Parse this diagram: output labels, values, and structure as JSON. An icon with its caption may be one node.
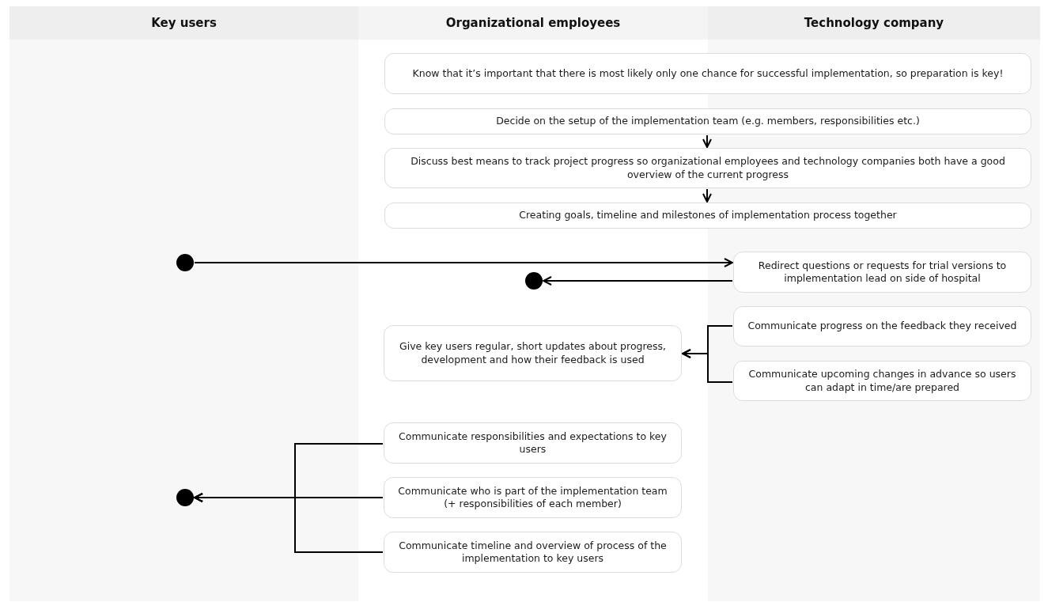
{
  "diagram": {
    "nodes": [
      {
        "text": [
          "Key users"
        ]
      },
      {
        "text": [
          "Organizational employees"
        ]
      },
      {
        "text": [
          "Technology company"
        ]
      },
      {
        "text": [
          "Know that it’s important that there is most likely only one chance for successful implementation, so preparation is key!"
        ]
      },
      {
        "text": [
          "Decide on the setup of the implementation team (e.g. members, responsibilities etc.)"
        ]
      },
      {
        "text": [
          "Discuss best means to track project progress so organizational employees and technology companies both have a good overview of the current progress"
        ]
      },
      {
        "text": [
          "Creating goals, timeline and milestones of implementation process together"
        ]
      },
      {
        "text": [],
        "shape": "circle",
        "in": 0
      },
      {
        "text": [
          "Redirect questions or requests for trial versions to implementation lead on side of hospital"
        ],
        "in": 2
      },
      {
        "text": [],
        "shape": "circle",
        "in": 1
      },
      {
        "text": [
          "Give key users regular, short updates about progress, development and how their feedback is used"
        ],
        "in": 1
      },
      {
        "text": [
          "Communicate progress on the feedback they received"
        ],
        "in": 2
      },
      {
        "text": [
          "Communicate upcoming changes in advance so users can adapt in time/are prepared"
        ],
        "in": 2
      },
      {
        "text": [
          "Communicate responsibilities and expectations to key users"
        ],
        "in": 1
      },
      {
        "text": [
          "Communicate who is part of the implementation team (+ responsibilities of each member)"
        ],
        "in": 1
      },
      {
        "text": [
          "Communicate timeline and overview of process of the implementation to key users"
        ],
        "in": 1
      },
      {
        "text": [],
        "shape": "circle",
        "in": 0
      }
    ],
    "edges": [
      {
        "from": 4,
        "to": 5,
        "arrow": "to"
      },
      {
        "from": 5,
        "to": 6,
        "arrow": "to"
      },
      {
        "from": 7,
        "to": 8,
        "arrow": "to"
      },
      {
        "from": 8,
        "to": 9,
        "arrow": "to"
      },
      {
        "from": 11,
        "to": 10,
        "arrow": "to"
      },
      {
        "from": 12,
        "to": 10,
        "arrow": "to"
      },
      {
        "from": 13,
        "to": 16,
        "arrow": "to"
      },
      {
        "from": 14,
        "to": 16,
        "arrow": "to"
      },
      {
        "from": 15,
        "to": 16,
        "arrow": "to"
      }
    ]
  }
}
